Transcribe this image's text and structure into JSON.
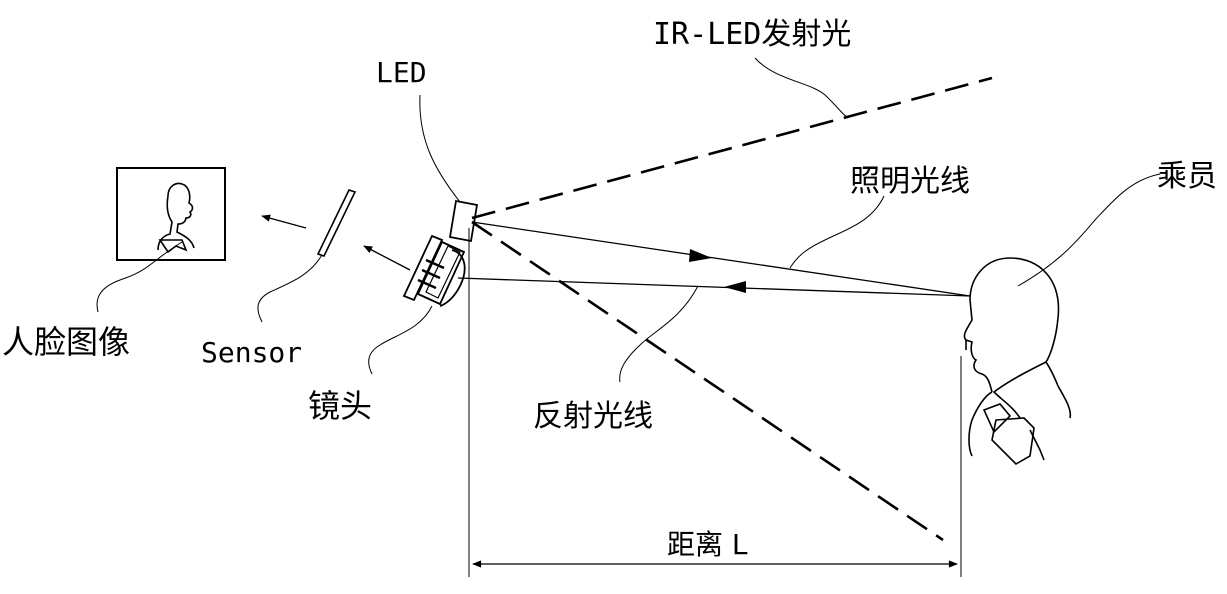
{
  "labels": {
    "ir_led_light": "IR-LED发射光",
    "led": "LED",
    "illumination_ray": "照明光线",
    "passenger": "乘员",
    "face_image": "人脸图像",
    "sensor": "Sensor",
    "lens": "镜头",
    "reflected_ray": "反射光线",
    "distance": "距离 L"
  },
  "colors": {
    "stroke": "#000000",
    "background": "#ffffff"
  }
}
